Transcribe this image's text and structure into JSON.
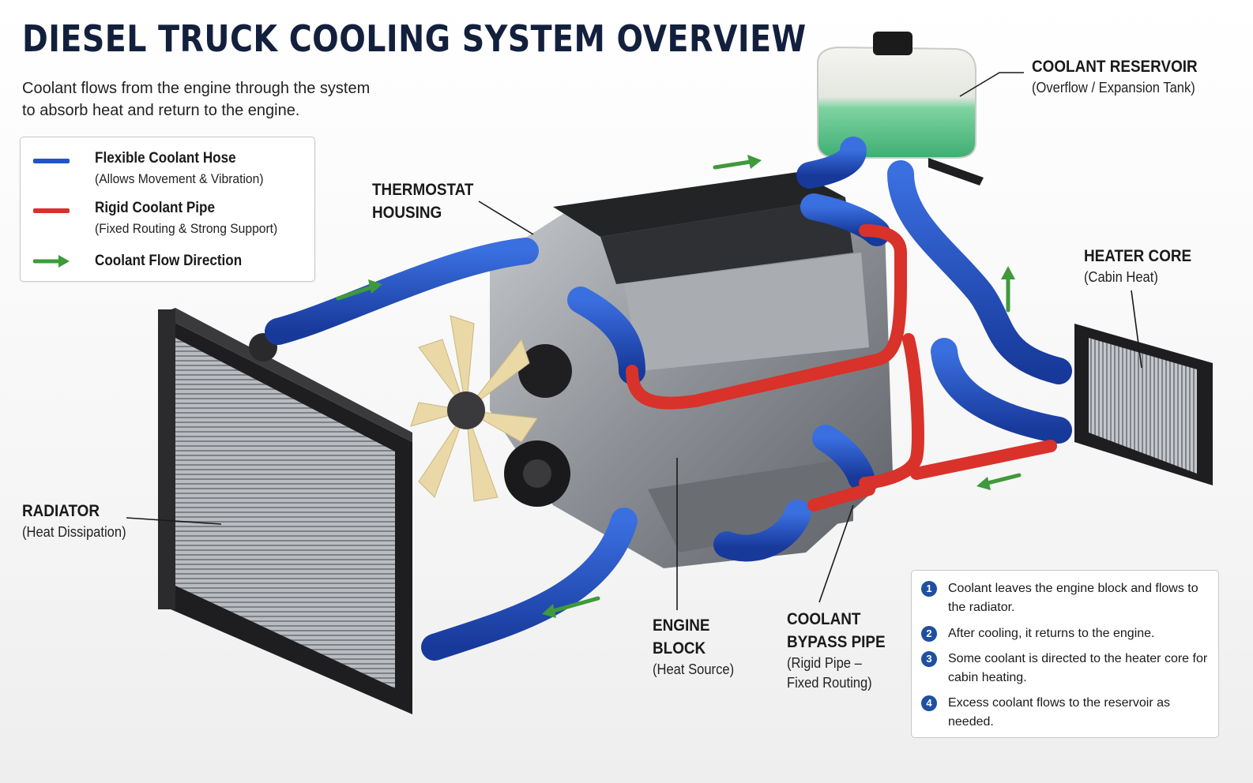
{
  "title": "DIESEL TRUCK COOLING SYSTEM OVERVIEW",
  "subtitle": {
    "line1": "Coolant flows from the engine through the system",
    "line2": "to absorb heat and return to the engine."
  },
  "legend": [
    {
      "title": "Flexible Coolant Hose",
      "desc": "(Allows Movement & Vibration)",
      "color": "#1f55c8"
    },
    {
      "title": "Rigid Coolant Pipe",
      "desc": "(Fixed Routing & Strong Support)",
      "color": "#d8322a"
    },
    {
      "title": "Coolant Flow Direction",
      "color": "#3f9a3a"
    }
  ],
  "labels": {
    "thermostat": {
      "line1": "THERMOSTAT",
      "line2": "HOUSING"
    },
    "reservoir": {
      "title": "COOLANT RESERVOIR",
      "desc": "(Overflow / Expansion Tank)"
    },
    "heater": {
      "title": "HEATER CORE",
      "desc": "(Cabin Heat)"
    },
    "radiator": {
      "title": "RADIATOR",
      "desc": "(Heat Dissipation)"
    },
    "engine": {
      "line1": "ENGINE",
      "line2": "BLOCK",
      "desc": "(Heat Source)"
    },
    "bypass": {
      "line1": "COOLANT",
      "line2": "BYPASS PIPE",
      "desc1": "(Rigid Pipe –",
      "desc2": "Fixed Routing)"
    }
  },
  "steps": [
    {
      "num": "1",
      "text": "Coolant leaves the engine block and flows to the radiator."
    },
    {
      "num": "2",
      "text": "After cooling, it returns to the engine."
    },
    {
      "num": "3",
      "text": "Some coolant is directed to the heater core for cabin heating."
    },
    {
      "num": "4",
      "text": "Excess coolant flows to the reservoir as needed."
    }
  ],
  "colors": {
    "hose": "#1f55c8",
    "pipe": "#d8322a",
    "flow_arrow": "#3f9a3a",
    "coolant": "#5fc38a",
    "step_badge": "#1f4fa0"
  }
}
